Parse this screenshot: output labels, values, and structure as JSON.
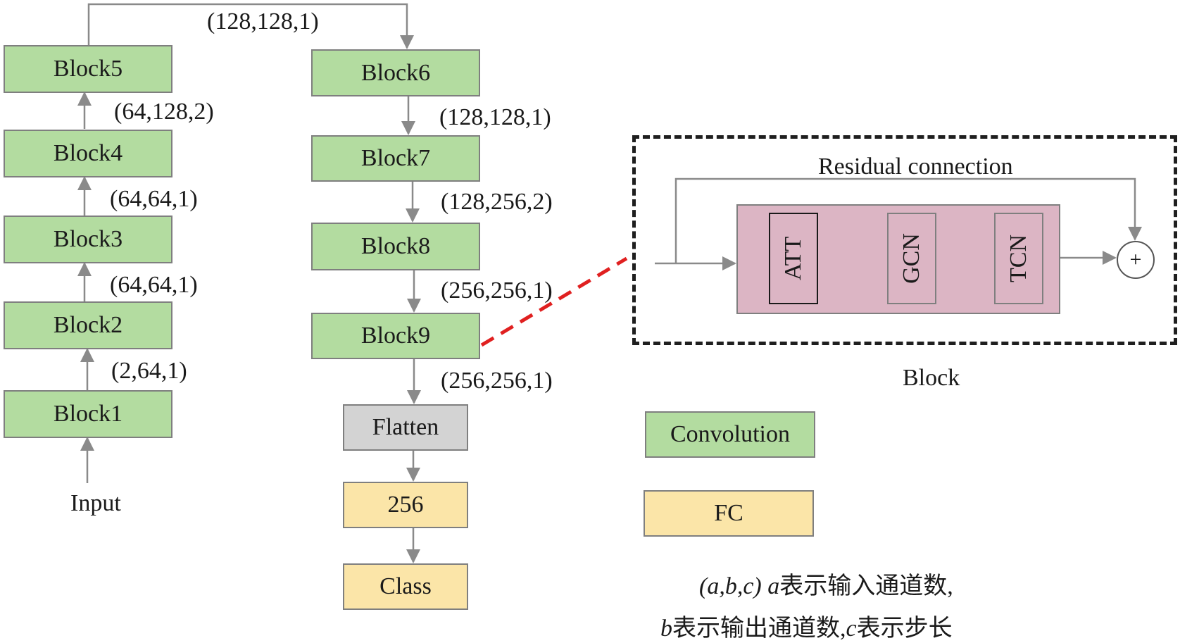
{
  "left_column": {
    "blocks": [
      "Block1",
      "Block2",
      "Block3",
      "Block4",
      "Block5"
    ],
    "input_label": "Input",
    "dims": [
      "(2,64,1)",
      "(64,64,1)",
      "(64,64,1)",
      "(64,128,2)"
    ],
    "top_dim": "(128,128,1)"
  },
  "right_column": {
    "blocks": [
      "Block6",
      "Block7",
      "Block8",
      "Block9"
    ],
    "dims": [
      "(128,128,1)",
      "(128,256,2)",
      "(256,256,1)",
      "(256,256,1)"
    ],
    "flatten": "Flatten",
    "fc1": "256",
    "class": "Class"
  },
  "block_detail": {
    "residual_label": "Residual connection",
    "modules": [
      "ATT",
      "GCN",
      "TCN"
    ],
    "plus": "+",
    "caption": "Block"
  },
  "legend": {
    "convolution": "Convolution",
    "fc": "FC",
    "note_line1_vars": "(a,b,c) a",
    "note_line1_text": "表示输入通道数,",
    "note_line2_b": "b",
    "note_line2_text1": "表示输出通道数,",
    "note_line2_c": "c",
    "note_line2_text2": "表示步长"
  },
  "colors": {
    "convolution": "#b3dca0",
    "fc": "#fbe5a8",
    "flatten": "#d3d3d3",
    "block_inner": "#dcb5c4",
    "zoom_line": "#e02020"
  }
}
